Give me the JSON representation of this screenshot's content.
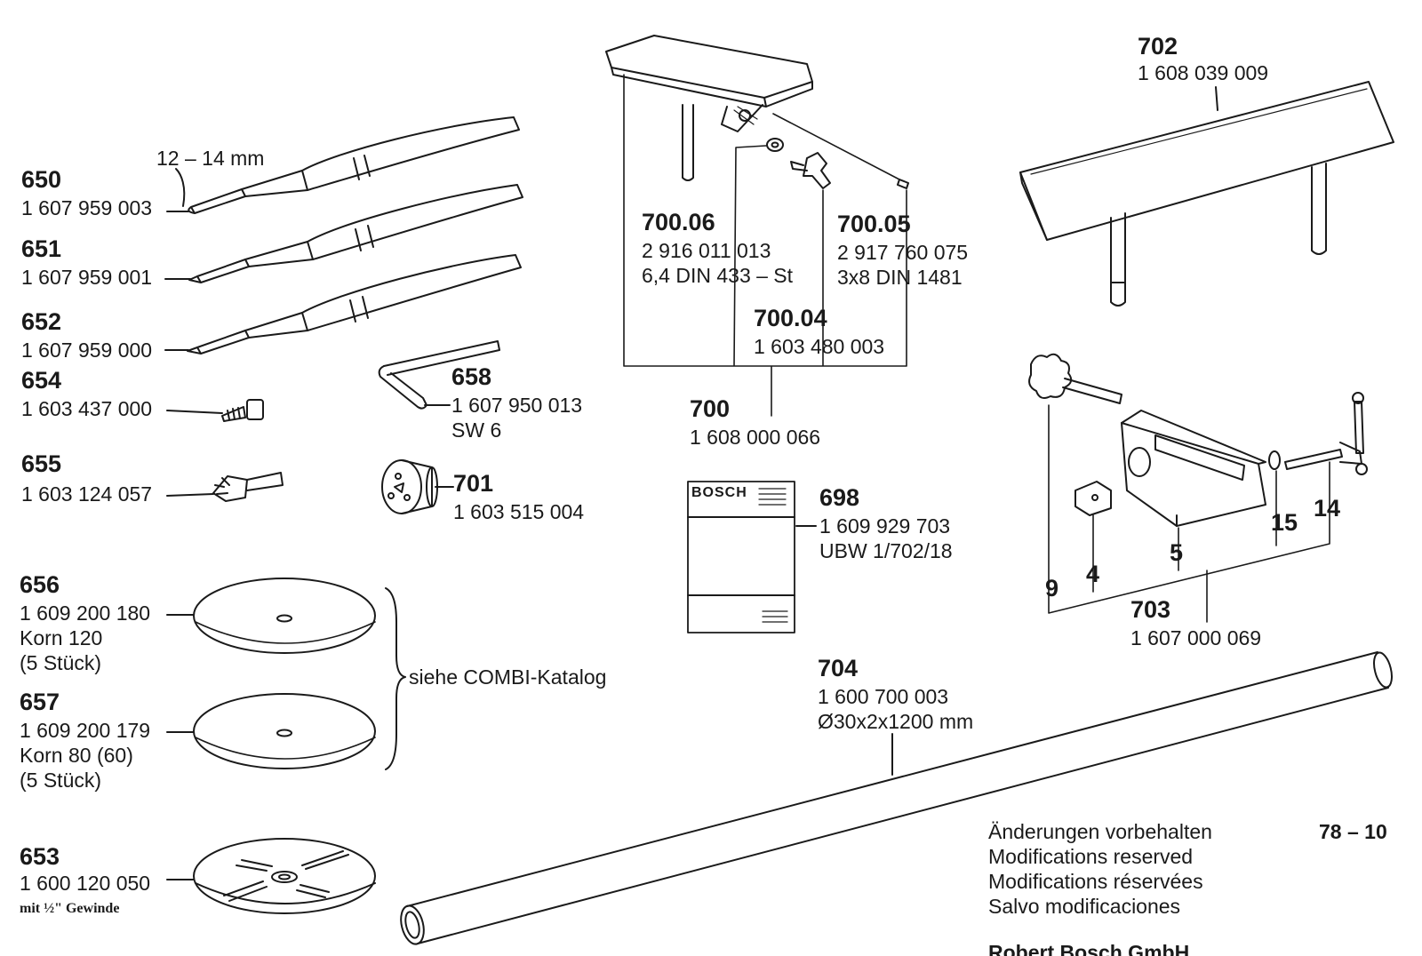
{
  "parts": [
    {
      "no": "650",
      "pn": "1 607 959 003",
      "dim": "12 – 14 mm"
    },
    {
      "no": "651",
      "pn": "1 607 959 001"
    },
    {
      "no": "652",
      "pn": "1 607 959 000"
    },
    {
      "no": "654",
      "pn": "1 603 437 000"
    },
    {
      "no": "655",
      "pn": "1 603 124 057"
    },
    {
      "no": "656",
      "pn": "1 609 200 180",
      "l1": "Korn 120",
      "l2": "(5 Stück)"
    },
    {
      "no": "657",
      "pn": "1 609 200 179",
      "l1": "Korn 80 (60)",
      "l2": "(5 Stück)"
    },
    {
      "no": "653",
      "pn": "1 600 120 050",
      "l1": "mit ½\" Gewinde"
    },
    {
      "no": "658",
      "pn": "1 607 950 013",
      "l1": "SW 6"
    },
    {
      "no": "701",
      "pn": "1 603 515 004"
    },
    {
      "no": "700.06",
      "pn": "2 916 011 013",
      "l1": "6,4 DIN 433 – St"
    },
    {
      "no": "700.05",
      "pn": "2 917 760 075",
      "l1": "3x8 DIN 1481"
    },
    {
      "no": "700.04",
      "pn": "1 603 480 003"
    },
    {
      "no": "700",
      "pn": "1 608 000 066"
    },
    {
      "no": "698",
      "pn": "1 609 929 703",
      "l1": "UBW 1/702/18"
    },
    {
      "no": "702",
      "pn": "1 608 039 009"
    },
    {
      "no": "703",
      "pn": "1 607 000 069"
    },
    {
      "no": "704",
      "pn": "1 600 700 003",
      "l1": "Ø30x2x1200 mm"
    }
  ],
  "sub_items_703": [
    "9",
    "4",
    "5",
    "15",
    "14"
  ],
  "combi_note": "siehe COMBI-Katalog",
  "manual_brand": "BOSCH",
  "footer": {
    "lines": [
      "Änderungen vorbehalten",
      "Modifications reserved",
      "Modifications réservées",
      "Salvo modificaciones"
    ],
    "page": "78 – 10",
    "company": "Robert Bosch GmbH"
  }
}
